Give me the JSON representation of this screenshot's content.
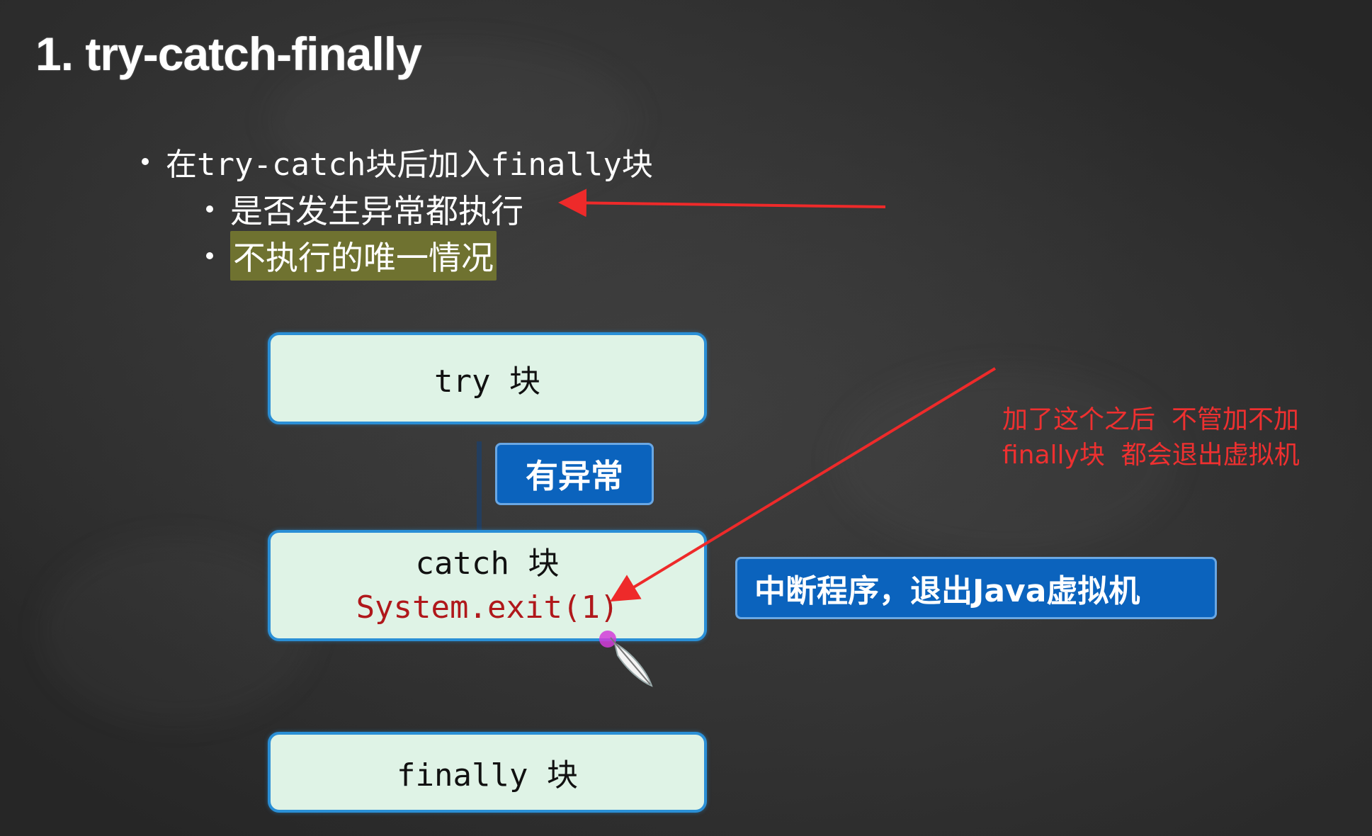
{
  "slide": {
    "title": "1. try-catch-finally"
  },
  "bullets": {
    "level1": "在try-catch块后加入finally块",
    "level2_a": "是否发生异常都执行",
    "level2_b": "不执行的唯一情况"
  },
  "diagram": {
    "try_block": "try 块",
    "exception_badge": "有异常",
    "catch_block": "catch 块",
    "catch_code": "System.exit(1)",
    "finally_block": "finally 块",
    "exit_badge": "中断程序，退出Java虚拟机"
  },
  "annotation": {
    "line1": "加了这个之后  不管加不加",
    "line2": "finally块  都会退出虚拟机"
  },
  "colors": {
    "background": "#2f2f2f",
    "box_fill": "#dff3e6",
    "box_border": "#2a8fd6",
    "badge_fill": "#0b63bd",
    "highlight": "#6f7230",
    "annotation_red": "#ee3030",
    "code_red": "#b0181b"
  }
}
